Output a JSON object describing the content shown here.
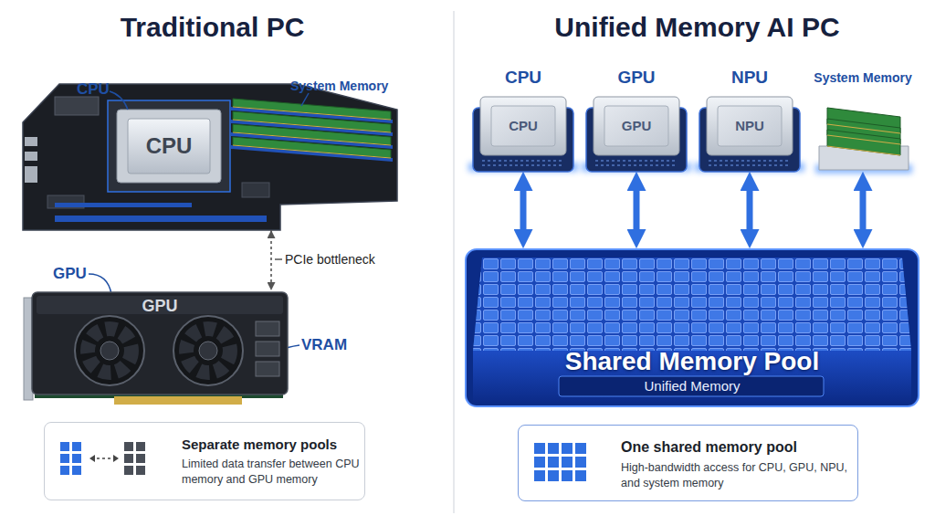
{
  "diagram": {
    "nodes": [
      {
        "text": [
          "CPU"
        ]
      },
      {
        "text": [
          "GPU"
        ]
      },
      {
        "text": [
          "Separate memory pools",
          "Limited data transfer between CPU memory and GPU memory"
        ]
      },
      {
        "text": [
          "CPU",
          "CPU"
        ]
      },
      {
        "text": [
          "GPU",
          "GPU"
        ]
      },
      {
        "text": [
          "NPU",
          "NPU"
        ]
      },
      {
        "text": [
          "System Memory"
        ]
      },
      {
        "text": [
          "Shared Memory Pool",
          "Unified Memory"
        ]
      },
      {
        "text": [
          "One shared memory pool",
          "High-bandwidth access for CPU, GPU, NPU, and system memory"
        ]
      }
    ],
    "edges": [
      {
        "from": 0,
        "to": 1,
        "arrow": "both",
        "label": "PCIe bottleneck"
      },
      {
        "from": 3,
        "to": 7,
        "arrow": "both"
      },
      {
        "from": 4,
        "to": 7,
        "arrow": "both"
      },
      {
        "from": 5,
        "to": 7,
        "arrow": "both"
      },
      {
        "from": 6,
        "to": 7,
        "arrow": "both"
      }
    ],
    "labels": [
      "Traditional PC",
      "CPU",
      "System Memory",
      "GPU",
      "VRAM",
      "Unified Memory AI PC"
    ]
  }
}
